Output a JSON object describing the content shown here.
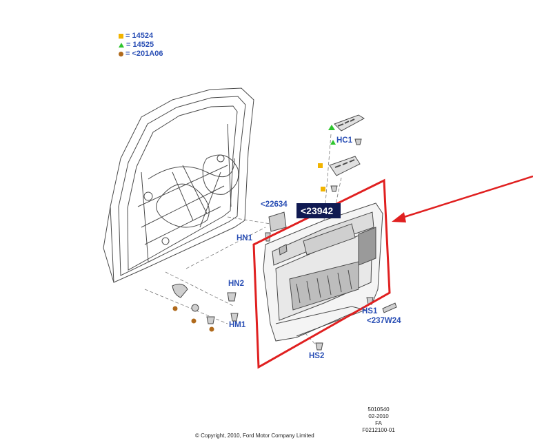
{
  "legend": [
    {
      "symbol": "square",
      "color": "#f2b400",
      "text": "= 14524"
    },
    {
      "symbol": "triangle",
      "color": "#2ec52e",
      "text": "= 14525"
    },
    {
      "symbol": "circle",
      "color": "#b06a1c",
      "text": "= <201A06"
    }
  ],
  "callouts": {
    "hc1": "HC1",
    "p22634": "<22634",
    "hn1": "HN1",
    "hn2": "HN2",
    "hm1": "HM1",
    "hs1": "HS1",
    "p237w24": "<237W24",
    "hs2": "HS2"
  },
  "boxed_label": "<23942",
  "footer": {
    "copyright": "© Copyright, 2010, Ford Motor Company Limited",
    "ref_lines": [
      "5010540",
      "02-2010",
      "FA",
      "F0212100-01"
    ]
  },
  "colors": {
    "highlight": "#e02020",
    "callout_text": "#2a4fb5",
    "line_art": "#4a4a4a"
  }
}
